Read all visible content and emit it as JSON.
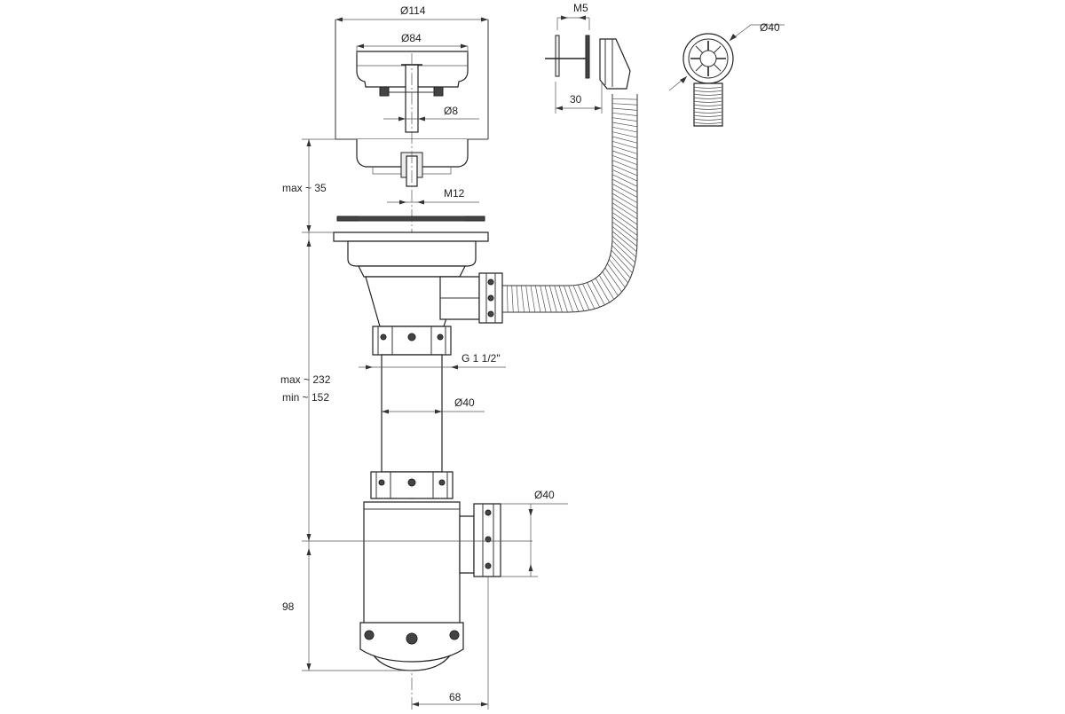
{
  "drawing": {
    "dimensions": {
      "d114": "Ø114",
      "d84": "Ø84",
      "d8": "Ø8",
      "m12": "M12",
      "m5": "M5",
      "d30": "30",
      "d40_top": "Ø40",
      "max35": "max ~ 35",
      "max232": "max ~ 232",
      "min152": "min ~ 152",
      "g112": "G 1 1/2\"",
      "d40_tube": "Ø40",
      "d40_outlet": "Ø40",
      "d98": "98",
      "d68": "68"
    }
  }
}
